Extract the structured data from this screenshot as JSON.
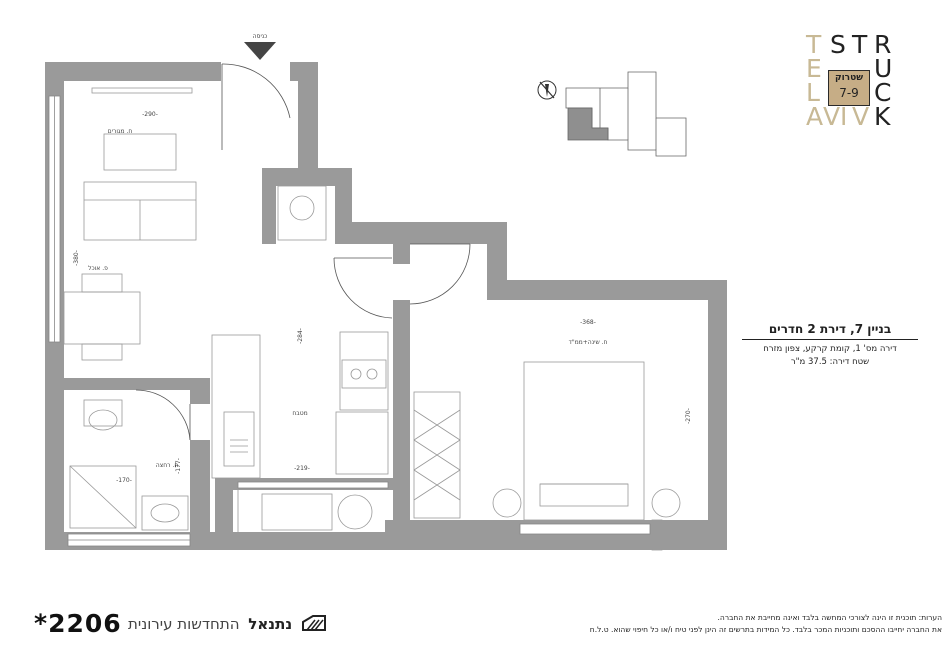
{
  "floorplan": {
    "entrance_label": "כניסה",
    "rooms": {
      "living": "ח. מגורים",
      "dining": "פ. אוכל",
      "kitchen": "מטבח",
      "bathroom": "ח. רחצה",
      "bedroom": "ח. שינה+ממ\"ד"
    },
    "dimensions": {
      "living_width": "-290-",
      "living_depth": "-380-",
      "kitchen_depth": "-284-",
      "kitchen_width": "-219-",
      "bath_width": "-170-",
      "bath_depth": "-177-",
      "bedroom_width": "-368-",
      "bedroom_depth": "-270-"
    }
  },
  "apartment_info": {
    "title": "בניין 7, דירת 2 חדרים",
    "line1": "דירה מס' 1, קומת קרקע, צפון מזרח",
    "line2": "שטח דירה: 37.5 מ\"ר"
  },
  "project_logo": {
    "letters_dark": [
      "S",
      "T",
      "R",
      "U",
      "C",
      "K"
    ],
    "letters_light": [
      "T",
      "E",
      "L",
      "A",
      "V",
      "I",
      "V"
    ],
    "street": "שטרוק",
    "number": "7-9"
  },
  "developer": {
    "name_bold": "נתנאל",
    "name_rest": "התחדשות עירונית"
  },
  "plan_code": "*2206",
  "notes": {
    "line1": "הערות: תוכנית זו הינה לצורכי המחשה בלבד ואינה מחייבת את החברה.",
    "line2": "את החברה יחייבו ההסכם ותוכניות המכר בלבד. כל המידות בתרשים זה הינן לפני טיח ו/או כל חיפוי שהוא. ט.ל.ח"
  },
  "colors": {
    "wall": "#9a9a9a",
    "logo_gold": "#c8b995",
    "badge": "#c6ad86"
  }
}
